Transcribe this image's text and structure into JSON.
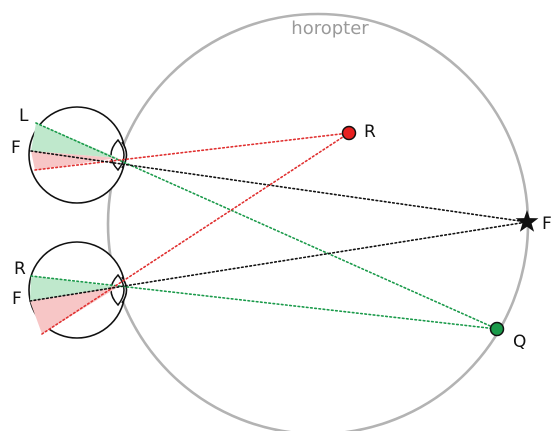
{
  "diagram": {
    "title": "horopter",
    "labels": {
      "left_eye_L": "L",
      "left_eye_F": "F",
      "right_eye_R": "R",
      "right_eye_F": "F",
      "point_R": "R",
      "point_Q": "Q",
      "point_F": "F"
    },
    "colors": {
      "horopter_circle": "#b3b3b3",
      "red_ray": "#e03030",
      "green_ray": "#1a9a4a",
      "black_ray": "#111111",
      "red_sector": "#f7c6c6",
      "green_sector": "#bfe8cc",
      "point_R_fill": "#e82020",
      "point_Q_fill": "#1a9a4a",
      "star_fill": "#111111"
    },
    "icons": {
      "point_F": "star-icon"
    }
  }
}
